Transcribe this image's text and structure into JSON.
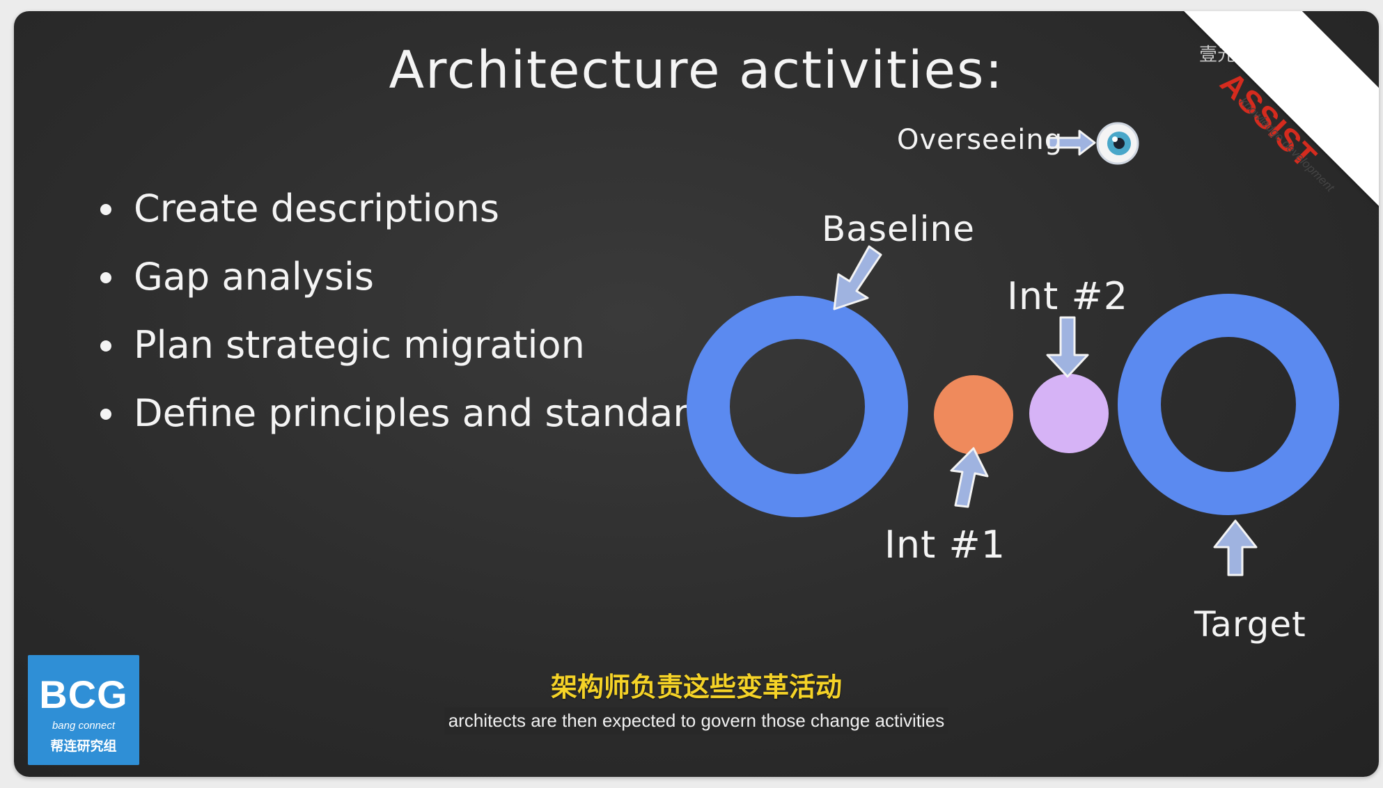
{
  "slide": {
    "title": "Architecture activities:",
    "bullets": [
      "Create descriptions",
      "Gap analysis",
      "Plan strategic migration",
      "Define principles and standards"
    ]
  },
  "diagram": {
    "overseeing_label": "Overseeing",
    "baseline_label": "Baseline",
    "int1_label": "Int #1",
    "int2_label": "Int #2",
    "target_label": "Target",
    "colors": {
      "ring": "#5b8af0",
      "int1": "#ef8a5c",
      "int2": "#d6b3f6",
      "arrow": "#9fb3e0",
      "background": "#2c2c2c"
    }
  },
  "branding": {
    "banner_text": "ASSIST",
    "banner_tagline": "knowledge development",
    "banner_watermark": "壹元创造",
    "logo_text": "BCG",
    "logo_sub": "bang connect",
    "logo_cn": "帮连研究组"
  },
  "subtitles": {
    "cn": "架构师负责这些变革活动",
    "en": "architects are then expected to govern those change activities"
  }
}
